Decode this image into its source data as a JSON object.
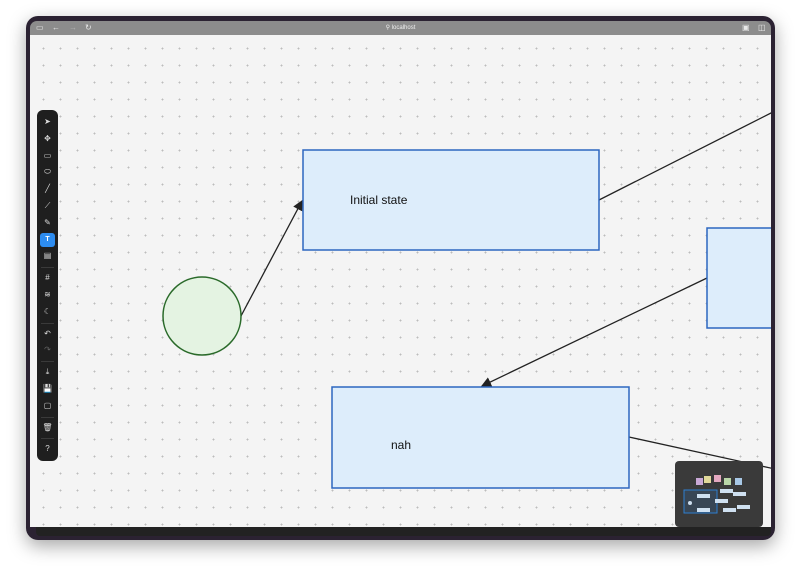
{
  "browser": {
    "url": "localhost",
    "icons": [
      "sidebar-icon",
      "back-icon",
      "forward-icon",
      "reload-icon",
      "share-icon",
      "tabs-icon"
    ]
  },
  "toolbar": {
    "tools": [
      {
        "name": "select",
        "glyph": "➤"
      },
      {
        "name": "pan",
        "glyph": "✥"
      },
      {
        "name": "rectangle",
        "glyph": "▭"
      },
      {
        "name": "ellipse",
        "glyph": "⬭"
      },
      {
        "name": "line",
        "glyph": "╱"
      },
      {
        "name": "connector",
        "glyph": "⟋"
      },
      {
        "name": "pencil",
        "glyph": "✎"
      },
      {
        "name": "text",
        "glyph": "T",
        "active": true
      },
      {
        "name": "note",
        "glyph": "▤"
      },
      {
        "name": "grid",
        "glyph": "#"
      },
      {
        "name": "layers",
        "glyph": "≋"
      },
      {
        "name": "dark-mode",
        "glyph": "☾"
      },
      {
        "name": "undo",
        "glyph": "↶"
      },
      {
        "name": "redo",
        "glyph": "↷"
      },
      {
        "name": "export",
        "glyph": "⤓"
      },
      {
        "name": "save",
        "glyph": "💾"
      },
      {
        "name": "open",
        "glyph": "▢"
      },
      {
        "name": "delete",
        "glyph": "🗑"
      },
      {
        "name": "help",
        "glyph": "?"
      }
    ]
  },
  "canvas": {
    "shapes": [
      {
        "id": "rect-initial",
        "type": "rect",
        "label": "Initial state"
      },
      {
        "id": "rect-nah",
        "type": "rect",
        "label": "nah"
      },
      {
        "id": "rect-right",
        "type": "rect",
        "label": ""
      },
      {
        "id": "circle-start",
        "type": "circle",
        "label": ""
      }
    ],
    "colors": {
      "rect_fill": "#ddeefb",
      "rect_stroke": "#2d66c0",
      "circle_fill": "#e4f3e2",
      "circle_stroke": "#2a6a2a",
      "edge": "#222222",
      "accent": "#2d8cf0"
    }
  }
}
